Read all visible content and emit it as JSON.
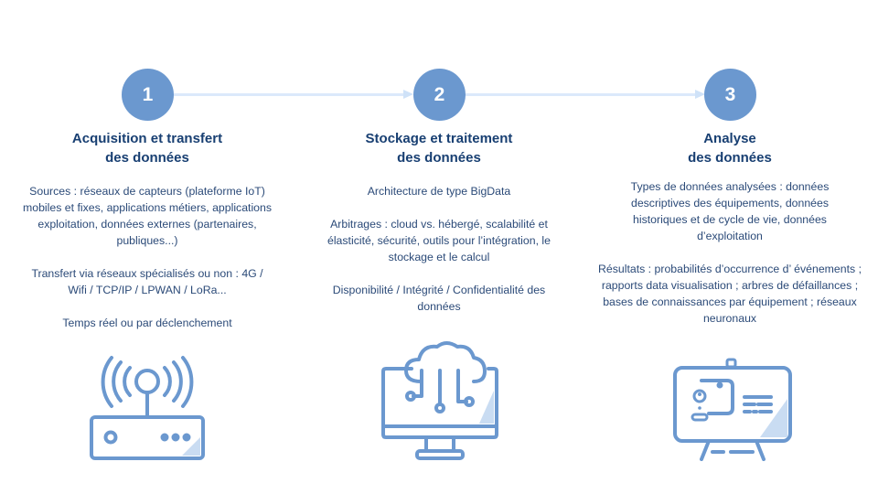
{
  "colors": {
    "accent": "#6b98cf",
    "title": "#183f72",
    "body": "#2b4a78",
    "connector": "#dbe9fb",
    "icon_stroke": "#6b98cf",
    "icon_fill_light": "#c9dcf2"
  },
  "steps": [
    {
      "number": "1",
      "title_line1": "Acquisition et transfert",
      "title_line2": "des données",
      "paragraphs": [
        "Sources : réseaux de capteurs (plateforme IoT) mobiles et fixes, applications métiers, applications exploitation, données externes (partenaires, publiques...)",
        "Transfert via réseaux spécialisés ou non : 4G / Wifi / TCP/IP / LPWAN / LoRa...",
        "Temps réel ou par déclenchement"
      ],
      "icon": "wifi-router-icon"
    },
    {
      "number": "2",
      "title_line1": "Stockage et traitement",
      "title_line2": "des données",
      "paragraphs": [
        "Architecture de type BigData",
        "Arbitrages : cloud vs. hébergé, scalabilité et élasticité, sécurité, outils pour l’intégration, le stockage et le calcul",
        "Disponibilité / Intégrité / Confidentialité des données"
      ],
      "icon": "cloud-computer-icon"
    },
    {
      "number": "3",
      "title_line1": "Analyse",
      "title_line2": "des données",
      "paragraphs": [
        "Types de données analysées : données descriptives des équipements, données historiques et de cycle de vie, données d’exploitation",
        "Résultats : probabilités d’occurrence d’ événements ; rapports data visualisation ; arbres de défaillances ; bases de connaissances par équipement ; réseaux neuronaux"
      ],
      "icon": "presentation-board-icon"
    }
  ]
}
